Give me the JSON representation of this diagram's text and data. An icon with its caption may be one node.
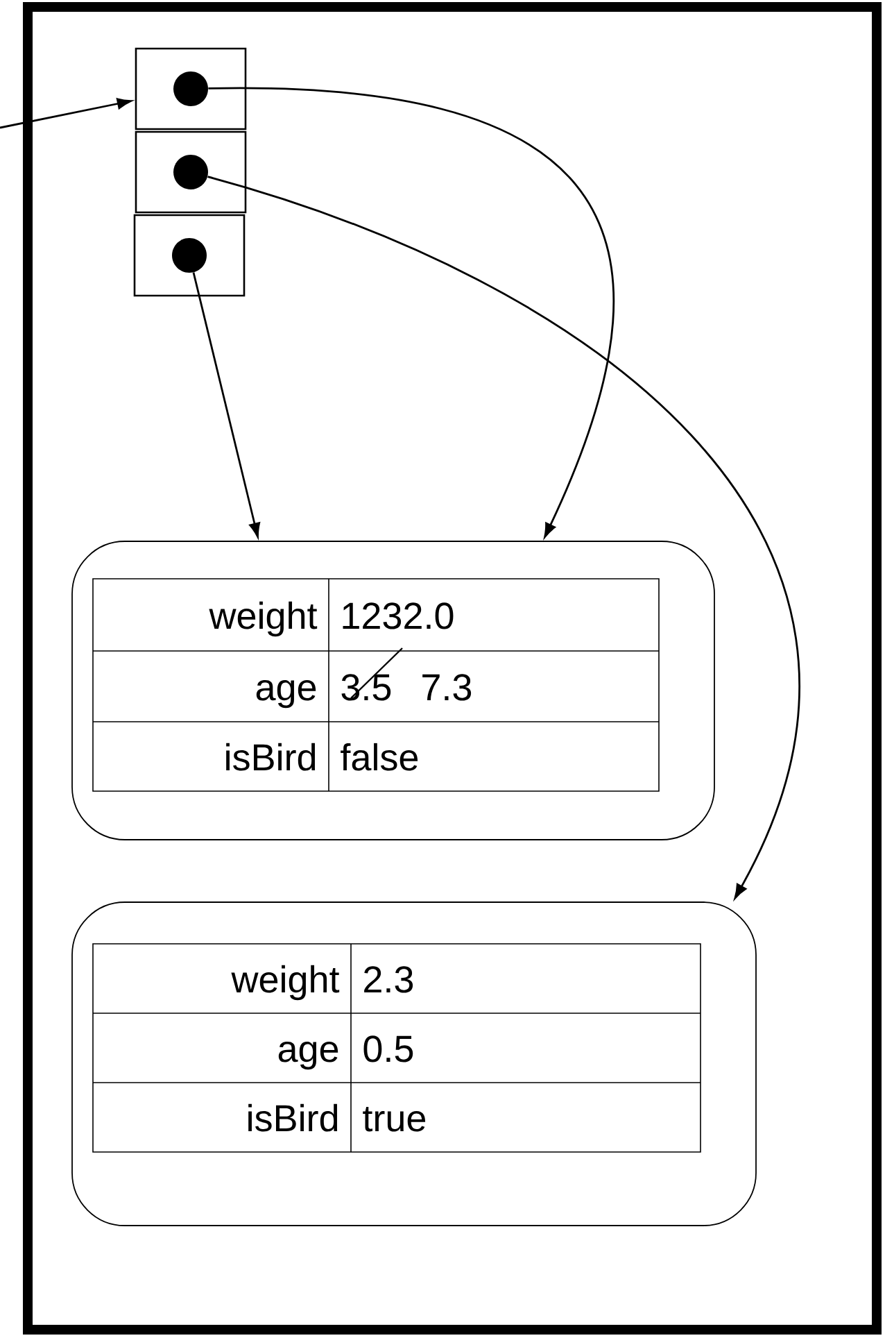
{
  "diagram": {
    "nodes": [
      {
        "text": [],
        "shape": "box"
      },
      {
        "text": [],
        "shape": "box"
      },
      {
        "text": [],
        "shape": "box"
      },
      {
        "text": [],
        "shape": "circle",
        "in": 0
      },
      {
        "text": [],
        "shape": "circle",
        "in": 1
      },
      {
        "text": [],
        "shape": "circle",
        "in": 2
      },
      {
        "text": [
          "weight",
          "1232.0",
          "age",
          "3.5",
          "7.3",
          "isBird",
          "false"
        ]
      },
      {
        "text": [
          "weight",
          "2.3",
          "age",
          "0.5",
          "isBird",
          "true"
        ]
      }
    ],
    "edges": [
      {
        "from": null,
        "to": 0,
        "arrow": "to"
      },
      {
        "from": 3,
        "to": 6,
        "arrow": "to"
      },
      {
        "from": 4,
        "to": 7,
        "arrow": "to"
      },
      {
        "from": 5,
        "to": 6,
        "arrow": "to"
      }
    ]
  }
}
